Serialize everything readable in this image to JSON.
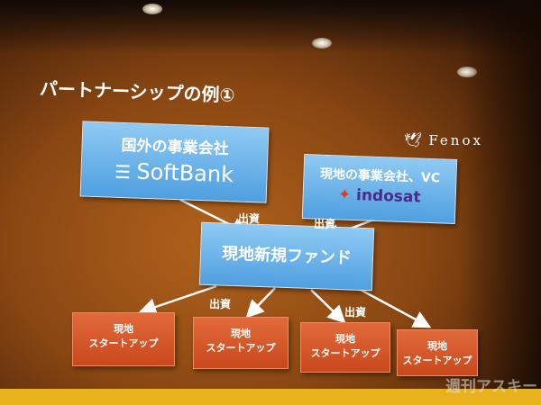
{
  "slide": {
    "title": "パートナーシップの例①",
    "logo": "Fenox",
    "foreign_company": {
      "label": "国外の事業会社",
      "brand": "SoftBank"
    },
    "local_company": {
      "label": "現地の事業会社、VC",
      "brand": "indosat"
    },
    "fund": "現地新規ファンド",
    "invest_label": "出資",
    "startups": [
      {
        "line1": "現地",
        "line2": "スタートアップ"
      },
      {
        "line1": "現地",
        "line2": "スタートアップ"
      },
      {
        "line1": "現地",
        "line2": "スタートアップ"
      },
      {
        "line1": "現地",
        "line2": "スタートアップ"
      }
    ]
  },
  "watermark": "週刊アスキー",
  "colors": {
    "box_blue": "#5aa8e6",
    "box_orange": "#d65a2a",
    "stage": "#e8b21c"
  }
}
